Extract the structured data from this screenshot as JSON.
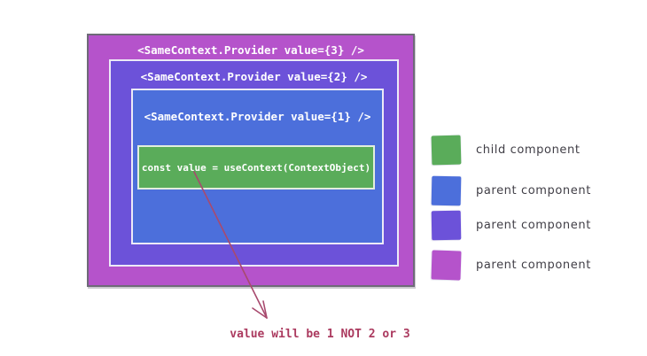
{
  "diagram": {
    "provider_3": {
      "label": "<SameContext.Provider value={3} />",
      "color": "#b553cb"
    },
    "provider_2": {
      "label": "<SameContext.Provider value={2} />",
      "color": "#6c52d9"
    },
    "provider_1": {
      "label": "<SameContext.Provider value={1} />",
      "color": "#4c6fdb"
    },
    "consumer": {
      "label": "const value = useContext(ContextObject)",
      "color": "#5aac5a"
    },
    "annotation": {
      "text": "value will be 1 NOT 2 or 3",
      "color": "#ab3a5f"
    },
    "arrow_color": "#a84a6e"
  },
  "legend": {
    "items": [
      {
        "label": "child component",
        "color": "#5aac5a"
      },
      {
        "label": "parent component",
        "color": "#4c6fdb"
      },
      {
        "label": "parent component",
        "color": "#6c52d9"
      },
      {
        "label": "parent component",
        "color": "#b553cb"
      }
    ]
  }
}
